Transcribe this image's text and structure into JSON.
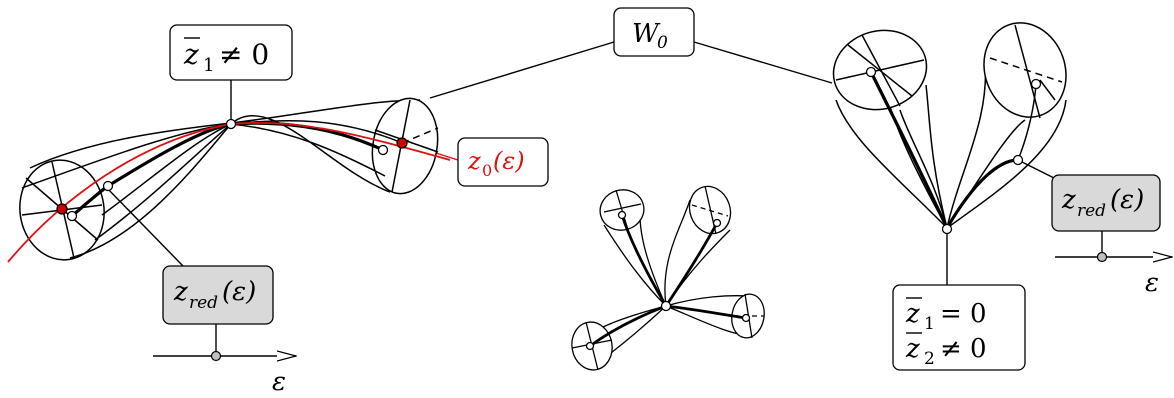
{
  "labels": {
    "w0": "W",
    "w0_sub": "0",
    "z1_neq_top": "z",
    "z1_neq_sub": "1",
    "z1_neq_rhs": "≠ 0",
    "z0": "z",
    "z0_sub": "0",
    "z0_arg": "(ε)",
    "zred_left": "z",
    "zred_left_sub": "red",
    "zred_left_arg": "(ε)",
    "zred_right": "z",
    "zred_right_sub": "red",
    "zred_right_arg": "(ε)",
    "eps_left": "ε",
    "eps_right": "ε",
    "cond_z1": "z",
    "cond_z1_sub": "1",
    "cond_z1_rhs": "= 0",
    "cond_z2": "z",
    "cond_z2_sub": "2",
    "cond_z2_rhs": "≠ 0"
  },
  "colors": {
    "stroke": "#000000",
    "highlight": "#e01010",
    "marker_red": "#cc0000",
    "box_gray": "#d9d9d9",
    "marker_gray": "#bfbfbf"
  }
}
